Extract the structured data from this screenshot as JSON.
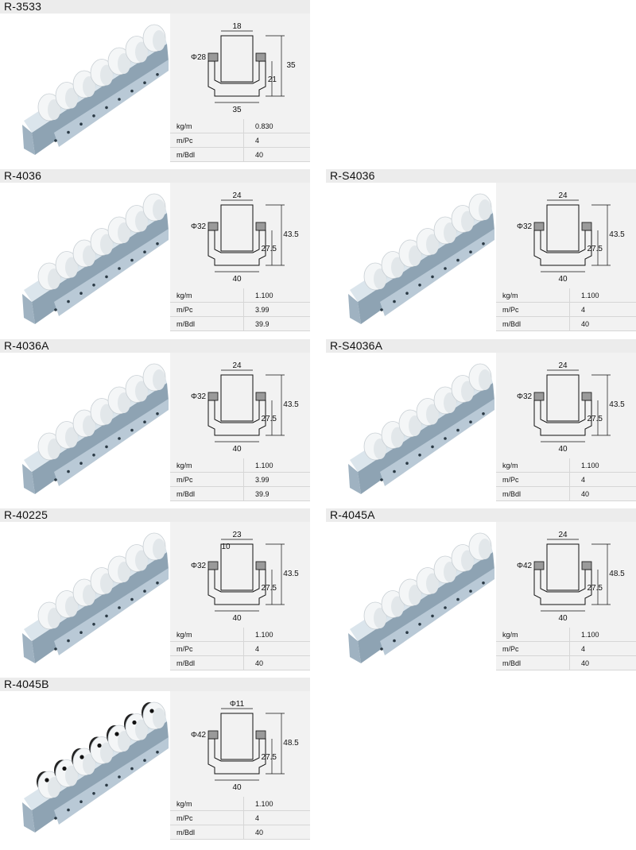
{
  "spec_labels": {
    "weight": "kg/m",
    "length": "m/Pc",
    "bundle": "m/Bdl"
  },
  "products": [
    {
      "model": "R-3533",
      "dims": {
        "width_top": "18",
        "diameter": "Φ28",
        "height": "35",
        "inner": "21",
        "width_bottom": "35"
      },
      "kg_m": "0.830",
      "m_pc": "4",
      "m_bdl": "40"
    },
    {
      "model": "R-4036",
      "dims": {
        "width_top": "24",
        "diameter": "Φ32",
        "height": "43.5",
        "inner": "27.5",
        "width_bottom": "40"
      },
      "kg_m": "1.100",
      "m_pc": "3.99",
      "m_bdl": "39.9"
    },
    {
      "model": "R-S4036",
      "dims": {
        "width_top": "24",
        "diameter": "Φ32",
        "height": "43.5",
        "inner": "27.5",
        "width_bottom": "40"
      },
      "kg_m": "1.100",
      "m_pc": "4",
      "m_bdl": "40"
    },
    {
      "model": "R-4036A",
      "dims": {
        "width_top": "24",
        "diameter": "Φ32",
        "height": "43.5",
        "inner": "27.5",
        "width_bottom": "40"
      },
      "kg_m": "1.100",
      "m_pc": "3.99",
      "m_bdl": "39.9"
    },
    {
      "model": "R-S4036A",
      "dims": {
        "width_top": "24",
        "diameter": "Φ32",
        "height": "43.5",
        "inner": "27.5",
        "width_bottom": "40"
      },
      "kg_m": "1.100",
      "m_pc": "4",
      "m_bdl": "40"
    },
    {
      "model": "R-40225",
      "dims": {
        "width_top": "23",
        "width_inner": "10",
        "diameter": "Φ32",
        "height": "43.5",
        "inner": "27.5",
        "width_bottom": "40"
      },
      "kg_m": "1.100",
      "m_pc": "4",
      "m_bdl": "40"
    },
    {
      "model": "R-4045A",
      "dims": {
        "width_top": "24",
        "diameter": "Φ42",
        "height": "48.5",
        "inner": "27.5",
        "width_bottom": "40"
      },
      "kg_m": "1.100",
      "m_pc": "4",
      "m_bdl": "40"
    },
    {
      "model": "R-4045B",
      "dims": {
        "width_top": "Φ11",
        "diameter": "Φ42",
        "height": "48.5",
        "inner": "27.5",
        "width_bottom": "40"
      },
      "kg_m": "1.100",
      "m_pc": "4",
      "m_bdl": "40"
    }
  ]
}
